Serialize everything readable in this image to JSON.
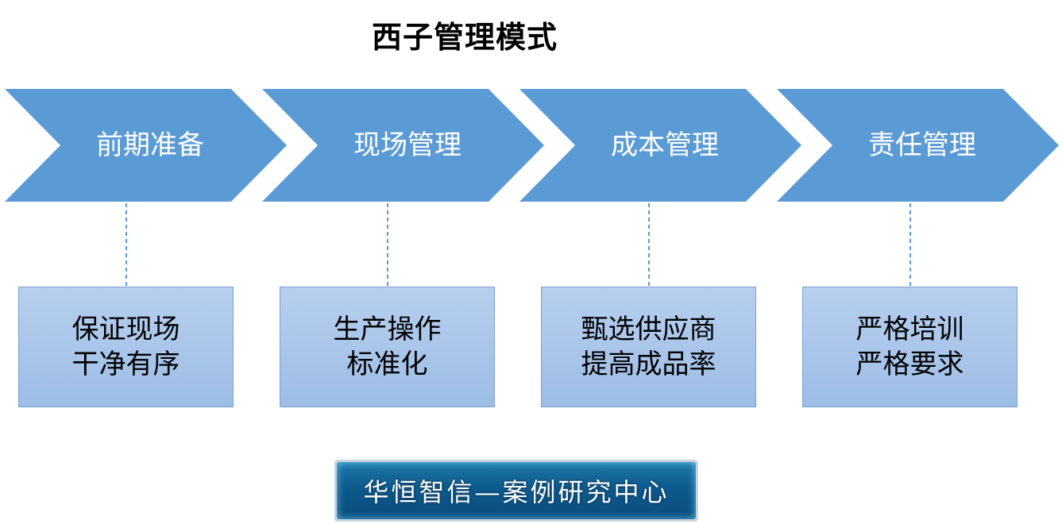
{
  "title": "西子管理模式",
  "colors": {
    "chevron_fill": "#5b9bd5",
    "connector": "#5b9bd5",
    "box_top": "#b7cfee",
    "box_bottom": "#9dbde6",
    "footer_bg": "#0d5a8d"
  },
  "stages": [
    {
      "label": "前期准备",
      "detail_line1": "保证现场",
      "detail_line2": "干净有序"
    },
    {
      "label": "现场管理",
      "detail_line1": "生产操作",
      "detail_line2": "标准化"
    },
    {
      "label": "成本管理",
      "detail_line1": "甄选供应商",
      "detail_line2": "提高成品率"
    },
    {
      "label": "责任管理",
      "detail_line1": "严格培训",
      "detail_line2": "严格要求"
    }
  ],
  "footer": {
    "text": "华恒智信—案例研究中心"
  }
}
